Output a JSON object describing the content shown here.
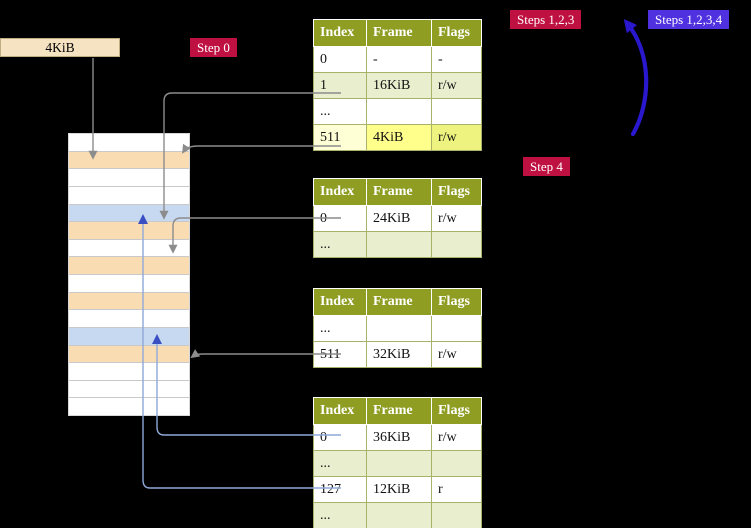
{
  "labels": {
    "page_size": "4KiB",
    "step0": "Step 0",
    "steps123": "Steps 1,2,3",
    "steps1234": "Steps 1,2,3,4",
    "step4": "Step 4"
  },
  "colors": {
    "background": "#000000",
    "step_label_bg": "#bf1141",
    "steps1234_label_bg": "#4f31e0",
    "table_header_bg": "#8f9e23",
    "table_row_green": "#e9efce",
    "table_row_highlight": "#ffff8c",
    "memory_pagetable_frame": "#fadcb2",
    "memory_data_frame": "#c6d9f0",
    "page_size_box_bg": "#f6e3c1",
    "arrow_gray": "#8c8c8c",
    "arrow_light_blue": "#8fa8d8",
    "big_arrow_blue": "#2a18cf"
  },
  "tables": [
    {
      "name": "page-table-level1",
      "headers": [
        "Index",
        "Frame",
        "Flags"
      ],
      "rows": [
        {
          "cells": [
            "0",
            "-",
            "-"
          ],
          "variant": "white"
        },
        {
          "cells": [
            "1",
            "16KiB",
            "r/w"
          ],
          "variant": "green"
        },
        {
          "cells": [
            "...",
            "",
            ""
          ],
          "variant": "white"
        },
        {
          "cells": [
            "511",
            "4KiB",
            "r/w"
          ],
          "variant": "highlight"
        }
      ]
    },
    {
      "name": "page-table-level2",
      "headers": [
        "Index",
        "Frame",
        "Flags"
      ],
      "rows": [
        {
          "cells": [
            "0",
            "24KiB",
            "r/w"
          ],
          "variant": "white"
        },
        {
          "cells": [
            "...",
            "",
            ""
          ],
          "variant": "green"
        }
      ]
    },
    {
      "name": "page-table-level3",
      "headers": [
        "Index",
        "Frame",
        "Flags"
      ],
      "rows": [
        {
          "cells": [
            "...",
            "",
            ""
          ],
          "variant": "white"
        },
        {
          "cells": [
            "511",
            "32KiB",
            "r/w"
          ],
          "variant": "white"
        }
      ]
    },
    {
      "name": "page-table-level4",
      "headers": [
        "Index",
        "Frame",
        "Flags"
      ],
      "rows": [
        {
          "cells": [
            "0",
            "36KiB",
            "r/w"
          ],
          "variant": "white"
        },
        {
          "cells": [
            "...",
            "",
            ""
          ],
          "variant": "green"
        },
        {
          "cells": [
            "127",
            "12KiB",
            "r"
          ],
          "variant": "white"
        },
        {
          "cells": [
            "...",
            "",
            ""
          ],
          "variant": "green"
        }
      ]
    }
  ],
  "memory": {
    "rows": [
      "white",
      "peach",
      "white",
      "white",
      "blue",
      "peach",
      "white",
      "peach",
      "white",
      "peach",
      "white",
      "blue",
      "peach",
      "white",
      "white",
      "white"
    ]
  },
  "arrows": [
    {
      "id": "arrow-pagesize-to-memory",
      "from": "page-size-label",
      "to": "memory-stack"
    },
    {
      "id": "arrow-l1e1-to-memory",
      "from": "level1-entry-1",
      "to": "memory-stack"
    },
    {
      "id": "arrow-l1e511-to-memory",
      "from": "level1-entry-511",
      "to": "memory-stack"
    },
    {
      "id": "arrow-l2e0-to-memory",
      "from": "level2-entry-0",
      "to": "memory-stack"
    },
    {
      "id": "arrow-l3e511-to-memory",
      "from": "level3-entry-511",
      "to": "memory-stack"
    },
    {
      "id": "arrow-l4e0-to-memory",
      "from": "level4-entry-0",
      "to": "memory-stack"
    },
    {
      "id": "arrow-l4e127-to-memory",
      "from": "level4-entry-127",
      "to": "memory-stack"
    },
    {
      "id": "arrow-steps-loop",
      "from": "step4-area",
      "to": "steps123-label"
    }
  ]
}
